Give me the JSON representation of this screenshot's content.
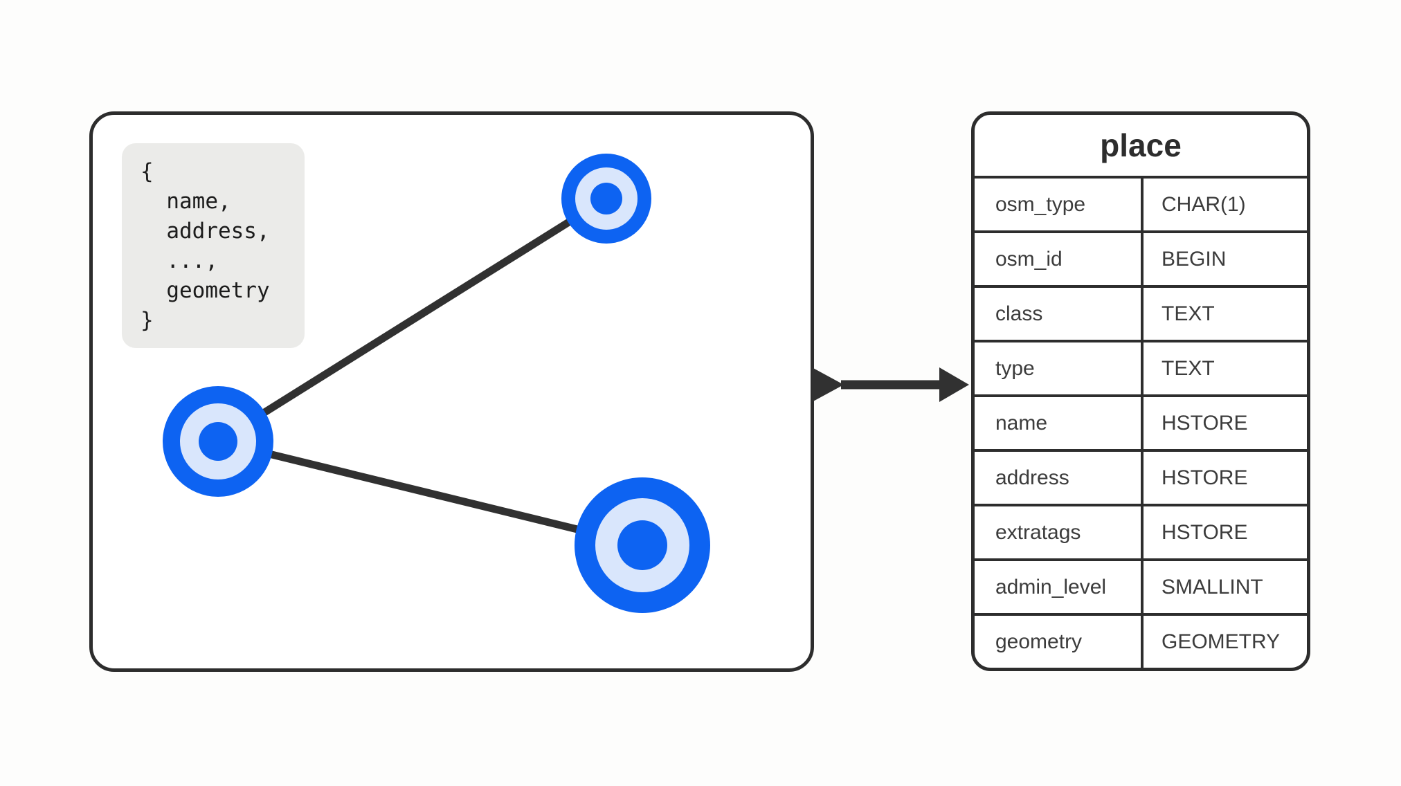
{
  "colors": {
    "ink": "#313131",
    "node_blue": "#0d63f2",
    "node_fill_light": "#d9e6fc",
    "code_bg": "#ebebe9",
    "panel_bg": "#ffffff",
    "page_bg": "#fdfdfc"
  },
  "osm_object": {
    "code_lines": [
      "{",
      "  name,",
      "  address,",
      "  ...,",
      "  geometry",
      "}"
    ]
  },
  "table": {
    "title": "place",
    "rows": [
      [
        "osm_type",
        "CHAR(1)"
      ],
      [
        "osm_id",
        "BEGIN"
      ],
      [
        "class",
        "TEXT"
      ],
      [
        "type",
        "TEXT"
      ],
      [
        "name",
        "HSTORE"
      ],
      [
        "address",
        "HSTORE"
      ],
      [
        "extratags",
        "HSTORE"
      ],
      [
        "admin_level",
        "SMALLINT"
      ],
      [
        "geometry",
        "GEOMETRY"
      ]
    ]
  }
}
